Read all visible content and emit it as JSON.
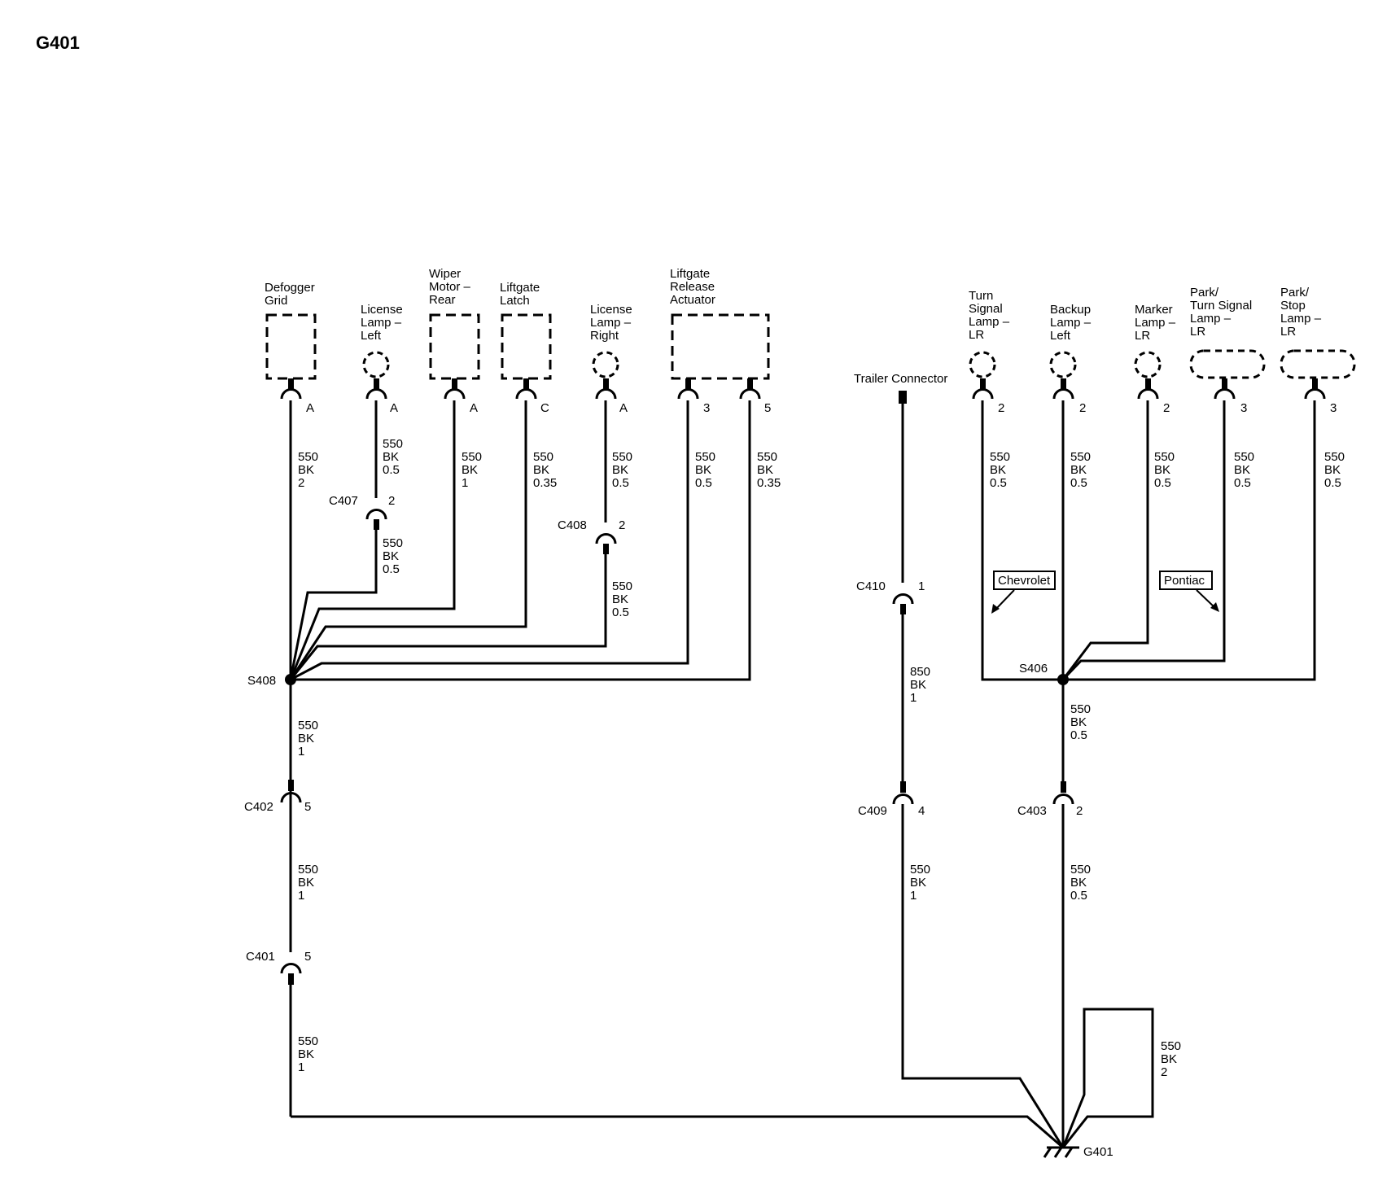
{
  "title": "G401",
  "components": [
    {
      "id": "defogger",
      "lines": [
        "Defogger",
        "Grid"
      ],
      "pin": "A",
      "wire": [
        "550",
        "BK",
        "2"
      ]
    },
    {
      "id": "license-left",
      "lines": [
        "License",
        "Lamp –",
        "Left"
      ],
      "pin": "A",
      "wire": [
        "550",
        "BK",
        "0.5"
      ]
    },
    {
      "id": "wiper",
      "lines": [
        "Wiper",
        "Motor –",
        "Rear"
      ],
      "pin": "A",
      "wire": [
        "550",
        "BK",
        "1"
      ]
    },
    {
      "id": "liftgate-latch",
      "lines": [
        "Liftgate",
        "Latch"
      ],
      "pin": "C",
      "wire": [
        "550",
        "BK",
        "0.35"
      ]
    },
    {
      "id": "license-right",
      "lines": [
        "License",
        "Lamp –",
        "Right"
      ],
      "pin": "A",
      "wire": [
        "550",
        "BK",
        "0.5"
      ]
    },
    {
      "id": "release-actuator",
      "lines": [
        "Liftgate",
        "Release",
        "Actuator"
      ],
      "pin": "3",
      "pin2": "5",
      "wire": [
        "550",
        "BK",
        "0.5"
      ],
      "wire2": [
        "550",
        "BK",
        "0.35"
      ]
    },
    {
      "id": "trailer",
      "lines": [
        "Trailer Connector"
      ]
    },
    {
      "id": "turn-signal",
      "lines": [
        "Turn",
        "Signal",
        "Lamp –",
        "LR"
      ],
      "pin": "2",
      "wire": [
        "550",
        "BK",
        "0.5"
      ]
    },
    {
      "id": "backup",
      "lines": [
        "Backup",
        "Lamp –",
        "Left"
      ],
      "pin": "2",
      "wire": [
        "550",
        "BK",
        "0.5"
      ]
    },
    {
      "id": "marker",
      "lines": [
        "Marker",
        "Lamp –",
        "LR"
      ],
      "pin": "2",
      "wire": [
        "550",
        "BK",
        "0.5"
      ]
    },
    {
      "id": "park-turn",
      "lines": [
        "Park/",
        "Turn Signal",
        "Lamp –",
        "LR"
      ],
      "pin": "3",
      "wire": [
        "550",
        "BK",
        "0.5"
      ]
    },
    {
      "id": "park-stop",
      "lines": [
        "Park/",
        "Stop",
        "Lamp –",
        "LR"
      ],
      "pin": "3",
      "wire": [
        "550",
        "BK",
        "0.5"
      ]
    }
  ],
  "connectors": [
    {
      "id": "c407",
      "name": "C407",
      "pin": "2",
      "wire": [
        "550",
        "BK",
        "0.5"
      ]
    },
    {
      "id": "c408",
      "name": "C408",
      "pin": "2",
      "wire": [
        "550",
        "BK",
        "0.5"
      ]
    },
    {
      "id": "c402",
      "name": "C402",
      "pin": "5",
      "wire": [
        "550",
        "BK",
        "1"
      ]
    },
    {
      "id": "c401",
      "name": "C401",
      "pin": "5",
      "wire": [
        "550",
        "BK",
        "1"
      ]
    },
    {
      "id": "c410",
      "name": "C410",
      "pin": "1",
      "wire": [
        "850",
        "BK",
        "1"
      ]
    },
    {
      "id": "c409",
      "name": "C409",
      "pin": "4",
      "wire": [
        "550",
        "BK",
        "1"
      ]
    },
    {
      "id": "c403",
      "name": "C403",
      "pin": "2",
      "wire": [
        "550",
        "BK",
        "0.5"
      ]
    }
  ],
  "splices": {
    "s408": "S408",
    "s406": "S406"
  },
  "wires": {
    "s408_out": [
      "550",
      "BK",
      "1"
    ],
    "c401_out": [
      "550",
      "BK",
      "1"
    ],
    "s406_out": [
      "550",
      "BK",
      "0.5"
    ],
    "ground_loop": [
      "550",
      "BK",
      "2"
    ]
  },
  "callouts": {
    "chevrolet": "Chevrolet",
    "pontiac": "Pontiac"
  },
  "ground": "G401"
}
